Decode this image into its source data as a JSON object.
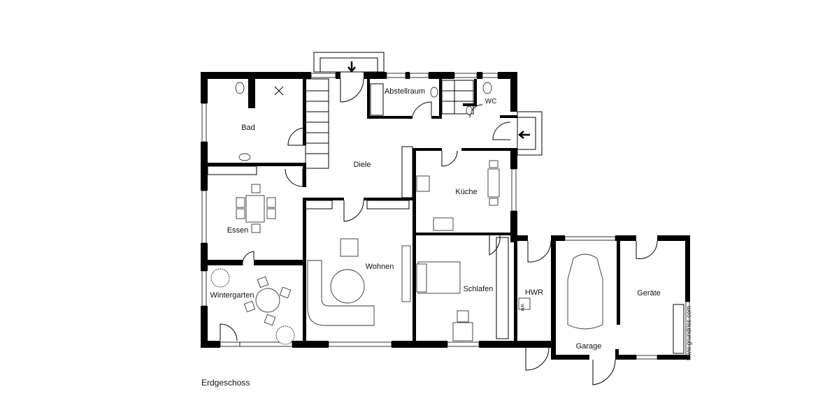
{
  "plan": {
    "floor_label": "Erdgeschoss",
    "watermark": "www.grundriss.com",
    "rooms": {
      "bad": "Bad",
      "abstellraum": "Abstellraum",
      "wc": "WC",
      "diele": "Diele",
      "kueche": "Küche",
      "essen": "Essen",
      "wohnen": "Wohnen",
      "schlafen": "Schlafen",
      "wintergarten": "Wintergarten",
      "hwr": "HWR",
      "garage": "Garage",
      "geraete": "Geräte"
    },
    "appliance_label": "WM"
  }
}
